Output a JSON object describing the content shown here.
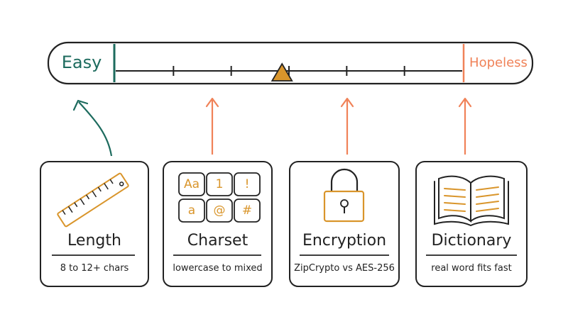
{
  "scale": {
    "easy_label": "Easy",
    "hopeless_label": "Hopeless",
    "marker_position": 0.48
  },
  "cards": [
    {
      "title": "Length",
      "subtitle": "8 to 12+ chars",
      "icon": "ruler-icon",
      "arrow_color": "#1d6b5e"
    },
    {
      "title": "Charset",
      "subtitle": "lowercase to mixed",
      "icon": "charset-grid-icon",
      "arrow_color": "#f08258"
    },
    {
      "title": "Encryption",
      "subtitle": "ZipCrypto vs AES-256",
      "icon": "padlock-icon",
      "arrow_color": "#f08258"
    },
    {
      "title": "Dictionary",
      "subtitle": "real word fits fast",
      "icon": "open-book-icon",
      "arrow_color": "#f08258"
    }
  ],
  "charset_glyphs": [
    "Aa",
    "1",
    "!",
    "a",
    "@",
    "#"
  ],
  "colors": {
    "ink": "#222222",
    "easy": "#1d6b5e",
    "hopeless": "#f08258",
    "accent": "#d9952b"
  }
}
